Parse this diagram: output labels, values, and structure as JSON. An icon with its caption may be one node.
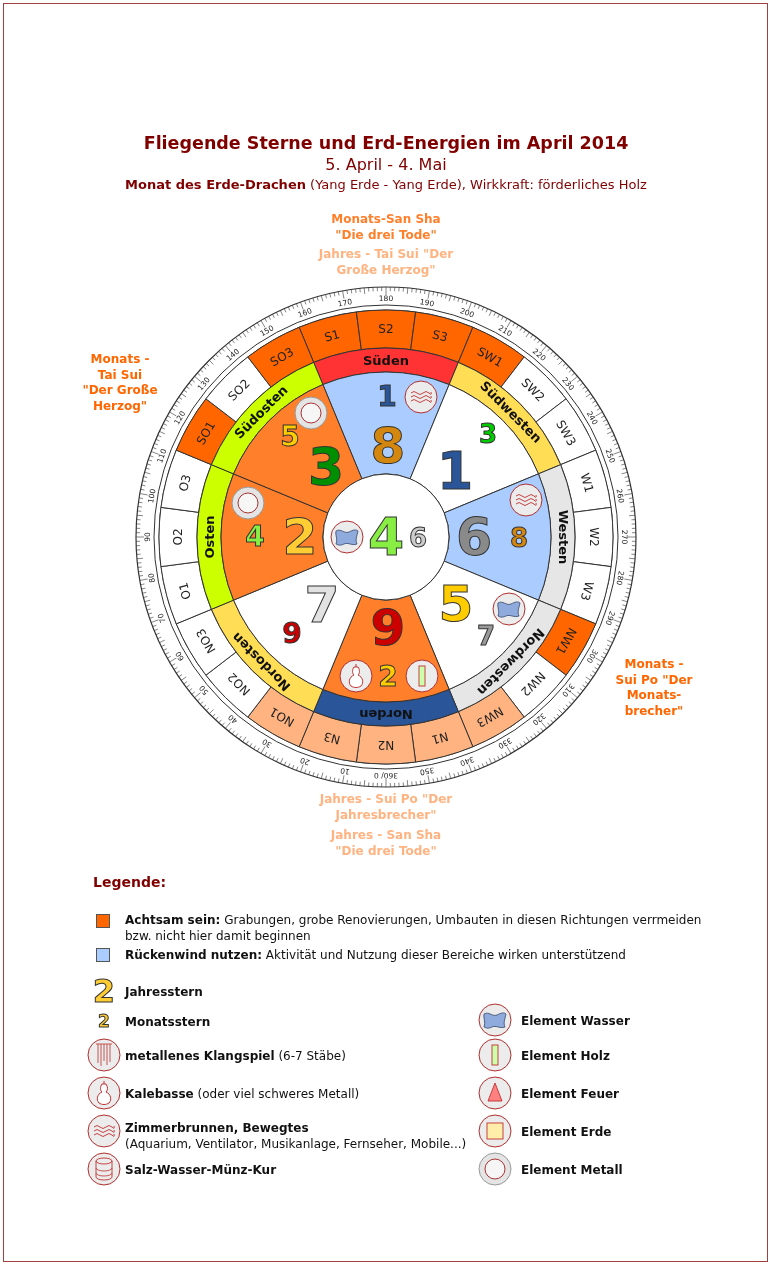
{
  "diagram": {
    "title": "Fliegende Sterne und Erd-Energien im April 2014",
    "nodes": [
      {
        "text": [
          "S1"
        ]
      },
      {
        "text": [
          "S2"
        ]
      },
      {
        "text": [
          "S3"
        ]
      },
      {
        "text": [
          "SW1"
        ]
      },
      {
        "text": [
          "SW2"
        ]
      },
      {
        "text": [
          "SW3"
        ]
      },
      {
        "text": [
          "W1"
        ]
      },
      {
        "text": [
          "W2"
        ]
      },
      {
        "text": [
          "W3"
        ]
      },
      {
        "text": [
          "NW1"
        ]
      },
      {
        "text": [
          "NW2"
        ]
      },
      {
        "text": [
          "NW3"
        ]
      },
      {
        "text": [
          "N1"
        ]
      },
      {
        "text": [
          "N2"
        ]
      },
      {
        "text": [
          "N3"
        ]
      },
      {
        "text": [
          "NO1"
        ]
      },
      {
        "text": [
          "NO2"
        ]
      },
      {
        "text": [
          "NO3"
        ]
      },
      {
        "text": [
          "O1"
        ]
      },
      {
        "text": [
          "O2"
        ]
      },
      {
        "text": [
          "O3"
        ]
      },
      {
        "text": [
          "SO1"
        ]
      },
      {
        "text": [
          "SO2"
        ]
      },
      {
        "text": [
          "SO3"
        ]
      },
      {
        "text": [
          "Süden"
        ]
      },
      {
        "text": [
          "Südwesten"
        ]
      },
      {
        "text": [
          "Westen"
        ]
      },
      {
        "text": [
          "Nordwesten"
        ]
      },
      {
        "text": [
          "Norden"
        ]
      },
      {
        "text": [
          "Nordosten"
        ]
      },
      {
        "text": [
          "Osten"
        ]
      },
      {
        "text": [
          "Südosten"
        ]
      },
      {
        "text": [
          "1",
          "8"
        ]
      },
      {
        "text": [
          "3",
          "1"
        ]
      },
      {
        "text": [
          "6",
          "8"
        ]
      },
      {
        "text": [
          "5",
          "7"
        ]
      },
      {
        "text": [
          "9",
          "2"
        ]
      },
      {
        "text": [
          "7",
          "9"
        ]
      },
      {
        "text": [
          "4",
          "2"
        ]
      },
      {
        "text": [
          "5",
          "3"
        ]
      },
      {
        "text": [
          "4",
          "6"
        ]
      }
    ],
    "edges": [],
    "labels": [
      "5. April - 4. Mai",
      "**Monat des Erde-Drachen** (Yang Erde - Yang Erde), Wirkkraft: förderliches Holz",
      "Monats-San Sha \"Die drei Tode\"",
      "Jahres - Tai Sui \"Der Große Herzog\"",
      "Monats - Tai Sui \"Der Große Herzog\"",
      "Monats - Sui Po \"Der Monats-brecher\"",
      "Jahres - Sui Po \"Der Jahresbrecher\"",
      "Jahres - San Sha \"Die drei Tode\"",
      "Legende:",
      "2",
      "2",
      "360/ 0",
      "10",
      "20",
      "30",
      "40",
      "50",
      "60",
      "70",
      "80",
      "90",
      "100",
      "110",
      "120",
      "130",
      "140",
      "150",
      "160",
      "170",
      "180",
      "190",
      "200",
      "210",
      "220",
      "230",
      "240",
      "250",
      "260",
      "270",
      "280",
      "290",
      "300",
      "310",
      "320",
      "330",
      "340",
      "350"
    ],
    "legend": [
      {
        "text": "**Achtsam sein:** Grabungen, grobe Renovierungen, Umbauten in diesen Richtungen verrmeiden bzw. nicht hier damit beginnen",
        "color": "#ff6600"
      },
      {
        "text": "**Rückenwind nutzen:** Aktivität und Nutzung dieser Bereiche wirken unterstützend",
        "color": "#aaccff"
      },
      {
        "text": "Jahresstern"
      },
      {
        "text": "Monatsstern"
      },
      {
        "text": "Element Wasser"
      },
      {
        "text": "**metallenes Klangspiel** (6-7 Stäbe)"
      },
      {
        "text": "Element Holz"
      },
      {
        "text": "**Kalebasse** (oder viel schweres Metall)"
      },
      {
        "text": "Element Feuer"
      },
      {
        "text": "**Zimmerbrunnen, Bewegtes** (Aquarium, Ventilator, Musikanlage, Fernseher, Mobile...)"
      },
      {
        "text": "Element Erde"
      },
      {
        "text": "**Salz-Wasser-Münz-Kur**"
      },
      {
        "text": "Element Metall"
      }
    ]
  }
}
